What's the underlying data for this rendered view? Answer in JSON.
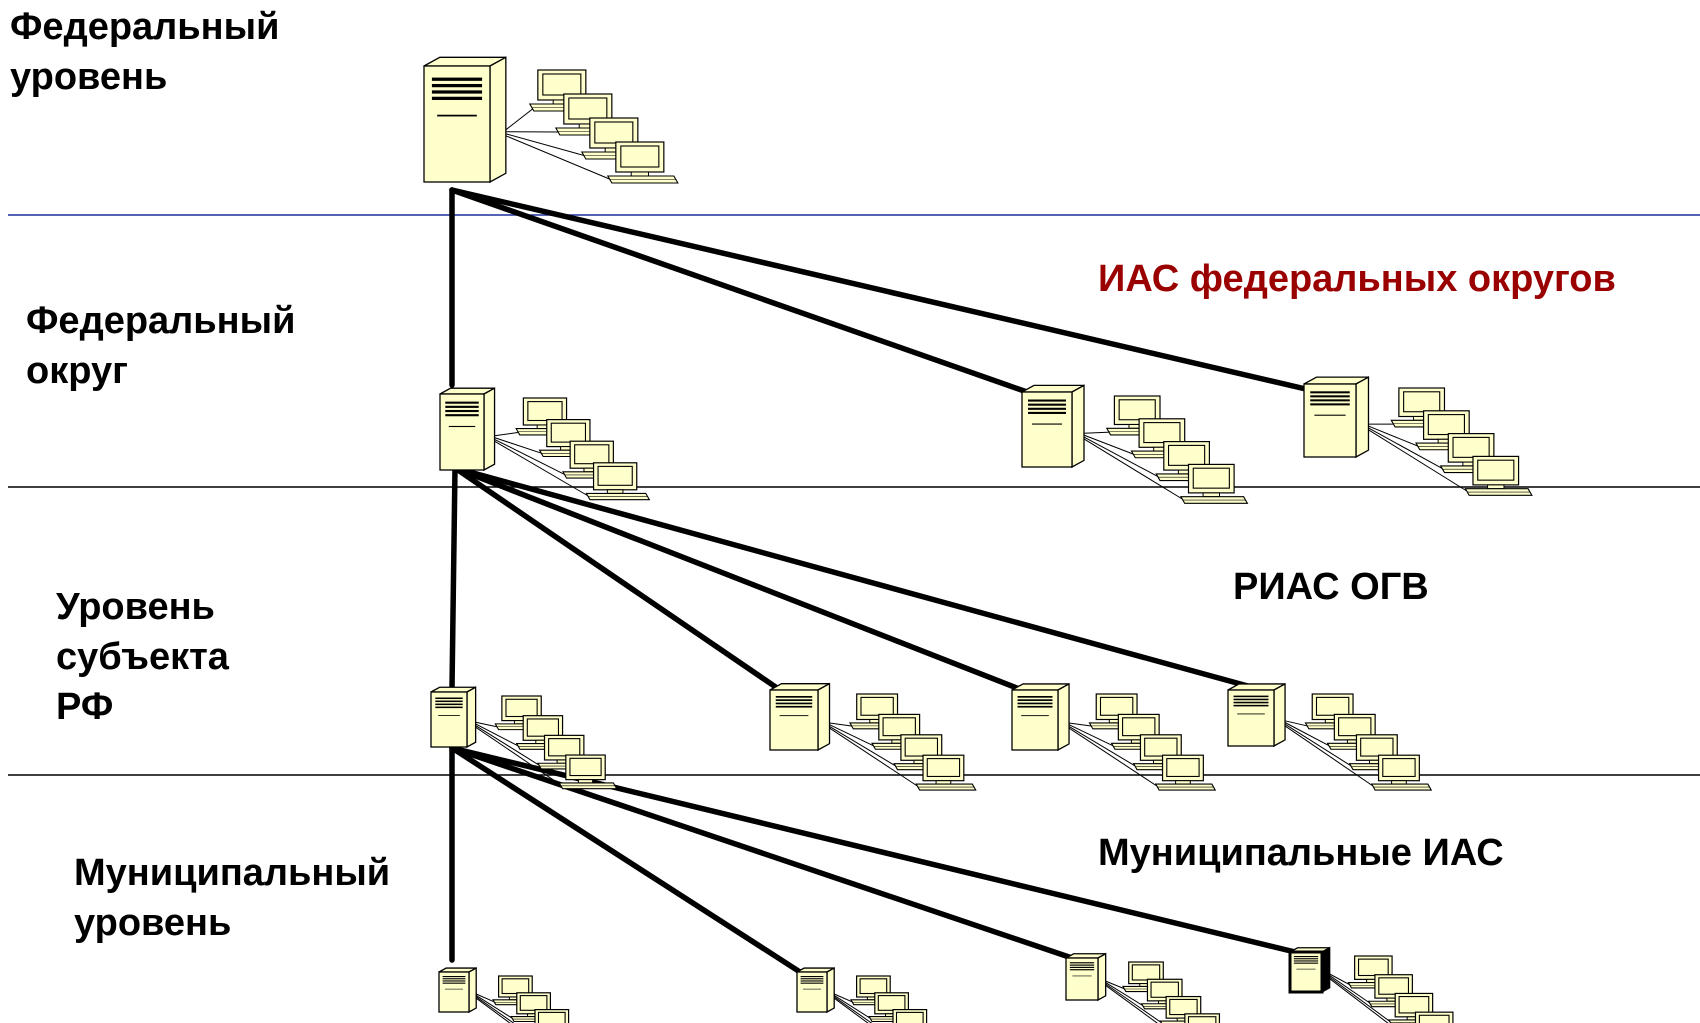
{
  "levels": [
    {
      "lines": [
        "Федеральный",
        "уровень"
      ]
    },
    {
      "lines": [
        "Федеральный",
        "округ"
      ]
    },
    {
      "lines": [
        "Уровень",
        "субъекта",
        "РФ"
      ]
    },
    {
      "lines": [
        "Муниципальный",
        "уровень"
      ]
    }
  ],
  "captions": {
    "ias": "ИАС федеральных округов",
    "rias": "РИАС ОГВ",
    "municipal": "Муниципальные ИАС"
  },
  "colors": {
    "node_fill": "#ffffcc",
    "accent_caption": "#9a0000",
    "top_separator": "#1f2f9a",
    "separator": "#000000",
    "link": "#000000"
  },
  "icons": {
    "server": "server-tower-icon",
    "workstations": "workstation-group-icon"
  }
}
